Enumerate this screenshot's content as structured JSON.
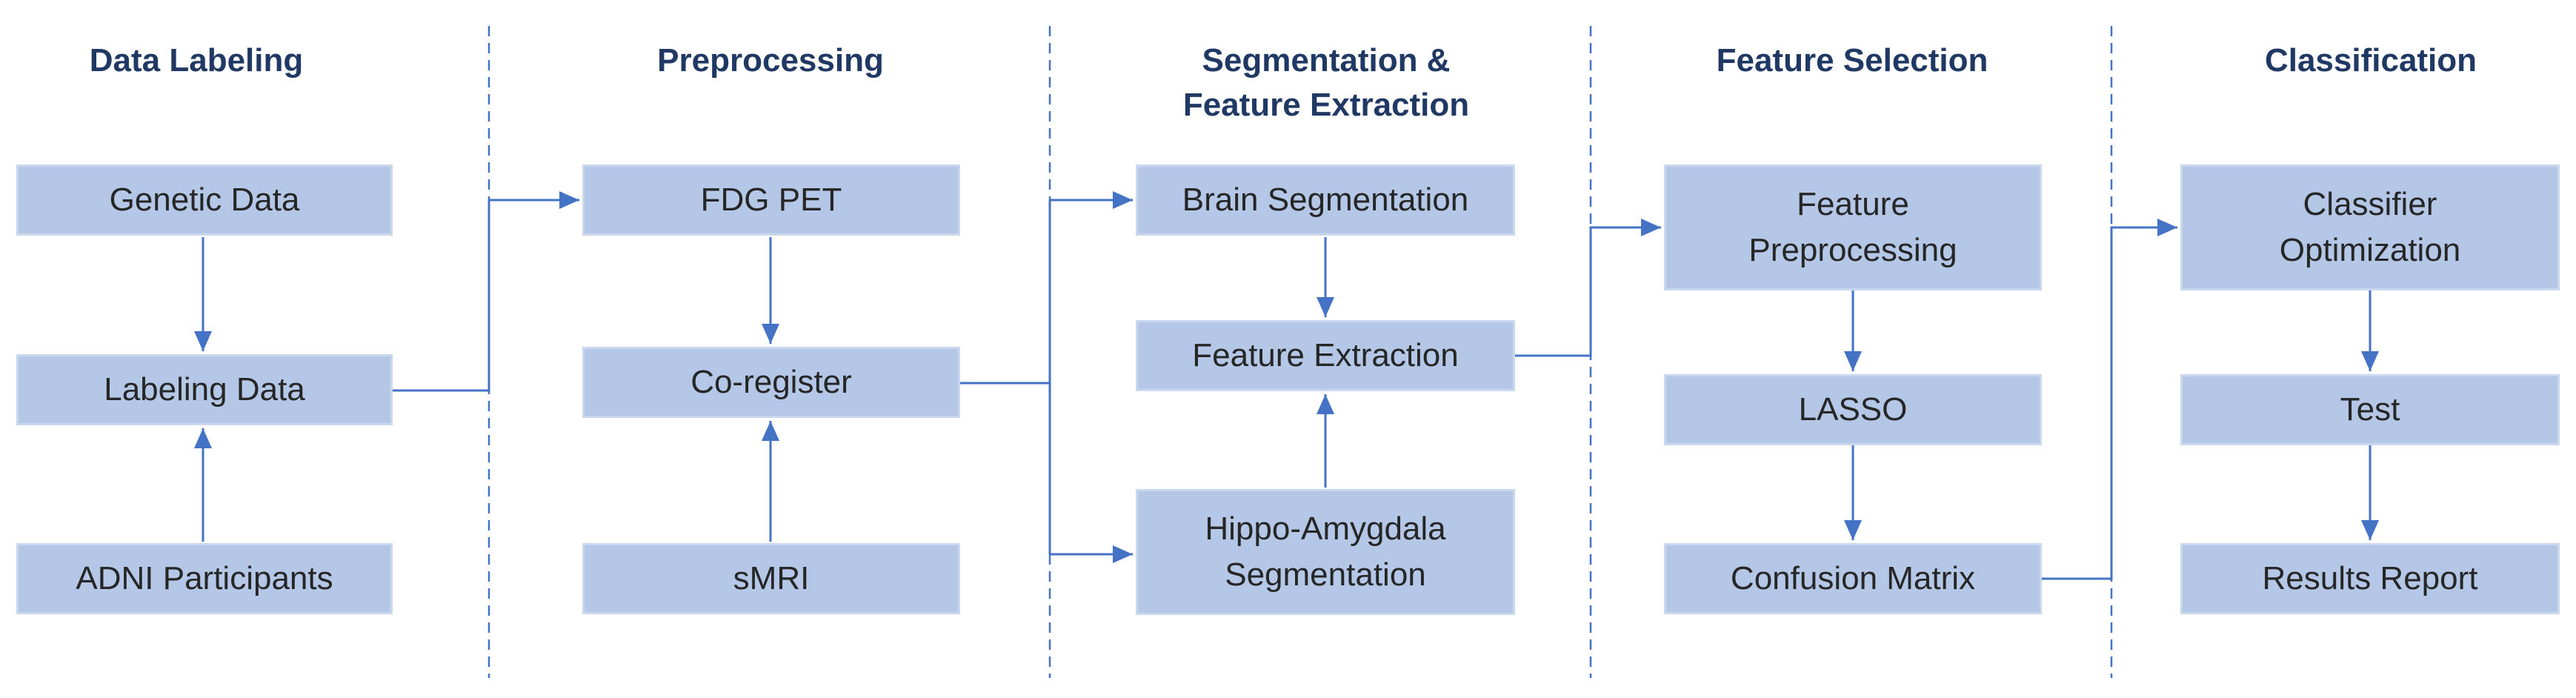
{
  "diagram": {
    "columns": [
      {
        "id": "labeling",
        "title": "Data Labeling"
      },
      {
        "id": "preprocessing",
        "title": "Preprocessing"
      },
      {
        "id": "segmentation",
        "title": "Segmentation &\nFeature Extraction"
      },
      {
        "id": "selection",
        "title": "Feature Selection"
      },
      {
        "id": "classification",
        "title": "Classification"
      }
    ],
    "nodes": [
      {
        "id": "genetic-data",
        "label": "Genetic Data"
      },
      {
        "id": "labeling-data",
        "label": "Labeling Data"
      },
      {
        "id": "adni-participants",
        "label": "ADNI Participants"
      },
      {
        "id": "fdg-pet",
        "label": "FDG PET"
      },
      {
        "id": "co-register",
        "label": "Co-register"
      },
      {
        "id": "smri",
        "label": "sMRI"
      },
      {
        "id": "brain-segmentation",
        "label": "Brain Segmentation"
      },
      {
        "id": "feature-extraction",
        "label": "Feature Extraction"
      },
      {
        "id": "hippo-amygdala",
        "label": "Hippo-Amygdala\nSegmentation"
      },
      {
        "id": "feature-preprocessing",
        "label": "Feature\nPreprocessing"
      },
      {
        "id": "lasso",
        "label": "LASSO"
      },
      {
        "id": "confusion-matrix",
        "label": "Confusion Matrix"
      },
      {
        "id": "classifier-optimization",
        "label": "Classifier\nOptimization"
      },
      {
        "id": "test",
        "label": "Test"
      },
      {
        "id": "results-report",
        "label": "Results Report"
      }
    ],
    "edges": [
      {
        "from": "genetic-data",
        "to": "labeling-data"
      },
      {
        "from": "adni-participants",
        "to": "labeling-data"
      },
      {
        "from": "labeling-data",
        "to": "fdg-pet"
      },
      {
        "from": "fdg-pet",
        "to": "co-register"
      },
      {
        "from": "smri",
        "to": "co-register"
      },
      {
        "from": "co-register",
        "to": "brain-segmentation"
      },
      {
        "from": "co-register",
        "to": "hippo-amygdala"
      },
      {
        "from": "brain-segmentation",
        "to": "feature-extraction"
      },
      {
        "from": "hippo-amygdala",
        "to": "feature-extraction"
      },
      {
        "from": "feature-extraction",
        "to": "feature-preprocessing"
      },
      {
        "from": "feature-preprocessing",
        "to": "lasso"
      },
      {
        "from": "lasso",
        "to": "confusion-matrix"
      },
      {
        "from": "confusion-matrix",
        "to": "classifier-optimization"
      },
      {
        "from": "classifier-optimization",
        "to": "test"
      },
      {
        "from": "test",
        "to": "results-report"
      }
    ],
    "colors": {
      "box_fill": "#b4c7e7",
      "box_border": "#c9d7ef",
      "line": "#4472c4",
      "title": "#1f3864",
      "text": "#262626"
    }
  }
}
